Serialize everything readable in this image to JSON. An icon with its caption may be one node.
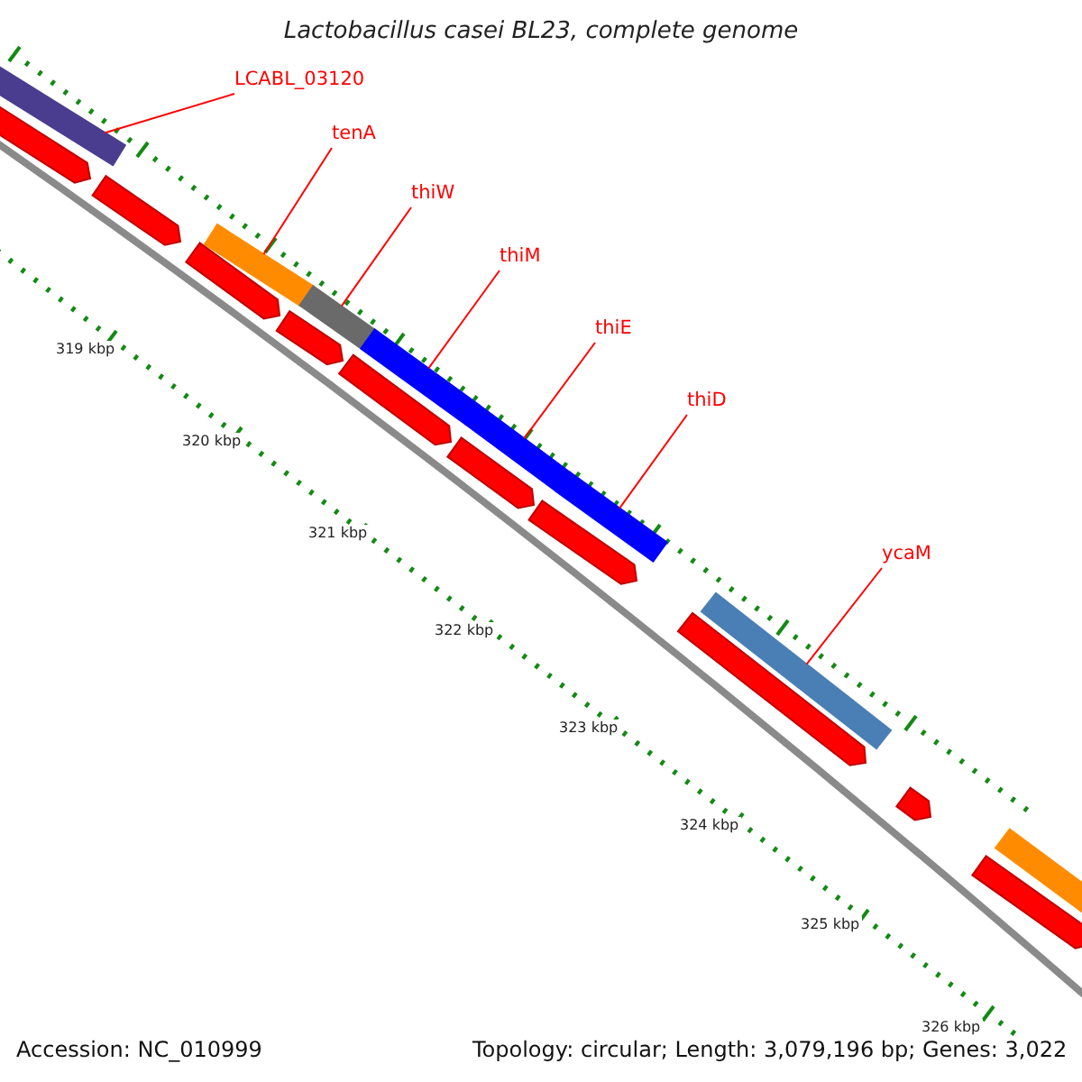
{
  "diagram": {
    "title": "Lactobacillus casei BL23, complete genome",
    "nodes": [
      {
        "text": [
          "LCABL_03120"
        ]
      },
      {
        "text": [
          "tenA"
        ]
      },
      {
        "text": [
          "thiW"
        ]
      },
      {
        "text": [
          "thiM"
        ]
      },
      {
        "text": [
          "thiE"
        ]
      },
      {
        "text": [
          "thiD"
        ]
      },
      {
        "text": [
          "ycaM"
        ]
      },
      {
        "text": [],
        "shape": "bar"
      },
      {
        "text": [],
        "shape": "bar"
      },
      {
        "text": [],
        "shape": "bar"
      },
      {
        "text": [],
        "shape": "bar"
      },
      {
        "text": [],
        "shape": "bar"
      },
      {
        "text": [],
        "shape": "bar"
      },
      {
        "text": [],
        "shape": "bar"
      },
      {
        "text": [],
        "shape": "arrow"
      },
      {
        "text": [],
        "shape": "arrow"
      },
      {
        "text": [],
        "shape": "arrow"
      },
      {
        "text": [],
        "shape": "arrow"
      },
      {
        "text": [],
        "shape": "arrow"
      },
      {
        "text": [],
        "shape": "arrow"
      },
      {
        "text": [],
        "shape": "arrow"
      },
      {
        "text": [],
        "shape": "arrow"
      },
      {
        "text": [],
        "shape": "arrow"
      },
      {
        "text": [],
        "shape": "arrow"
      },
      {
        "text": [],
        "shape": "bar"
      }
    ],
    "edges": [
      {
        "from": 0,
        "to": 7,
        "arrow": "none"
      },
      {
        "from": 1,
        "to": 8,
        "arrow": "none"
      },
      {
        "from": 2,
        "to": 9,
        "arrow": "none"
      },
      {
        "from": 3,
        "to": 10,
        "arrow": "none"
      },
      {
        "from": 4,
        "to": 11,
        "arrow": "none"
      },
      {
        "from": 5,
        "to": 12,
        "arrow": "none"
      },
      {
        "from": 6,
        "to": 13,
        "arrow": "none"
      }
    ],
    "labels": [
      "319 kbp",
      "320 kbp",
      "321 kbp",
      "322 kbp",
      "323 kbp",
      "324 kbp",
      "325 kbp",
      "326 kbp",
      "Accession: NC_010999",
      "Topology: circular; Length: 3,079,196 bp; Genes: 3,022"
    ]
  }
}
